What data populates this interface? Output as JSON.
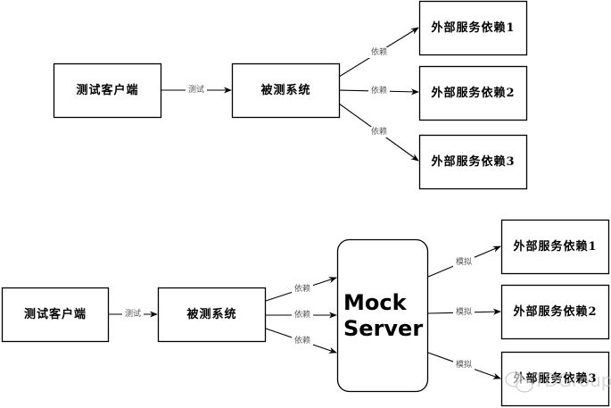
{
  "diagram": {
    "top": {
      "nodes": {
        "client": "测试客户端",
        "sut": "被测系统",
        "deps": [
          "外部服务依赖1",
          "外部服务依赖2",
          "外部服务依赖3"
        ]
      },
      "edges": {
        "client_to_sut": "测试",
        "sut_to_deps": [
          "依赖",
          "依赖",
          "依赖"
        ]
      }
    },
    "bottom": {
      "nodes": {
        "client": "测试客户端",
        "sut": "被测系统",
        "mock_line1": "Mock",
        "mock_line2": "Server",
        "deps": [
          "外部服务依赖1",
          "外部服务依赖2",
          "外部服务依赖3"
        ]
      },
      "edges": {
        "client_to_sut": "测试",
        "sut_to_mock": [
          "依赖",
          "依赖",
          "依赖"
        ],
        "mock_to_deps": [
          "模拟",
          "模拟",
          "模拟"
        ]
      }
    },
    "watermark": "TDGroup"
  }
}
